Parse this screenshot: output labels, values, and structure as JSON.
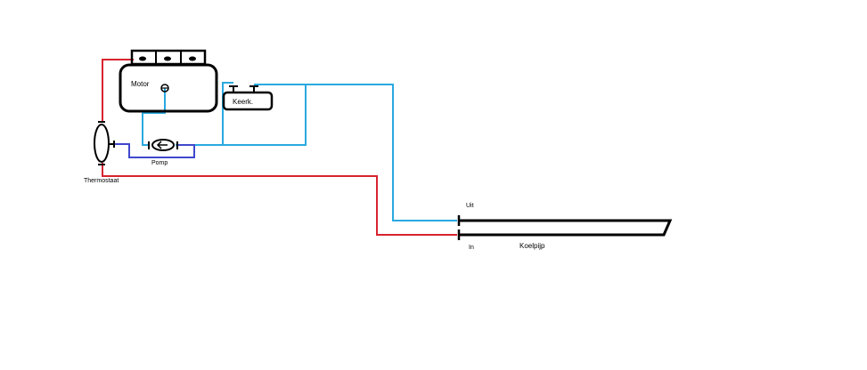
{
  "labels": {
    "motor": "Motor",
    "keerk": "Keerk.",
    "pomp": "Pomp",
    "thermostaat": "Thermostaat",
    "uit": "Uit",
    "in": "In",
    "koelpijp": "Koelpijp"
  },
  "colors": {
    "hot_line": "#d7232f",
    "cool_line": "#29a9e0",
    "pump_line": "#3f48cc",
    "outline": "#000000",
    "background": "#ffffff"
  }
}
